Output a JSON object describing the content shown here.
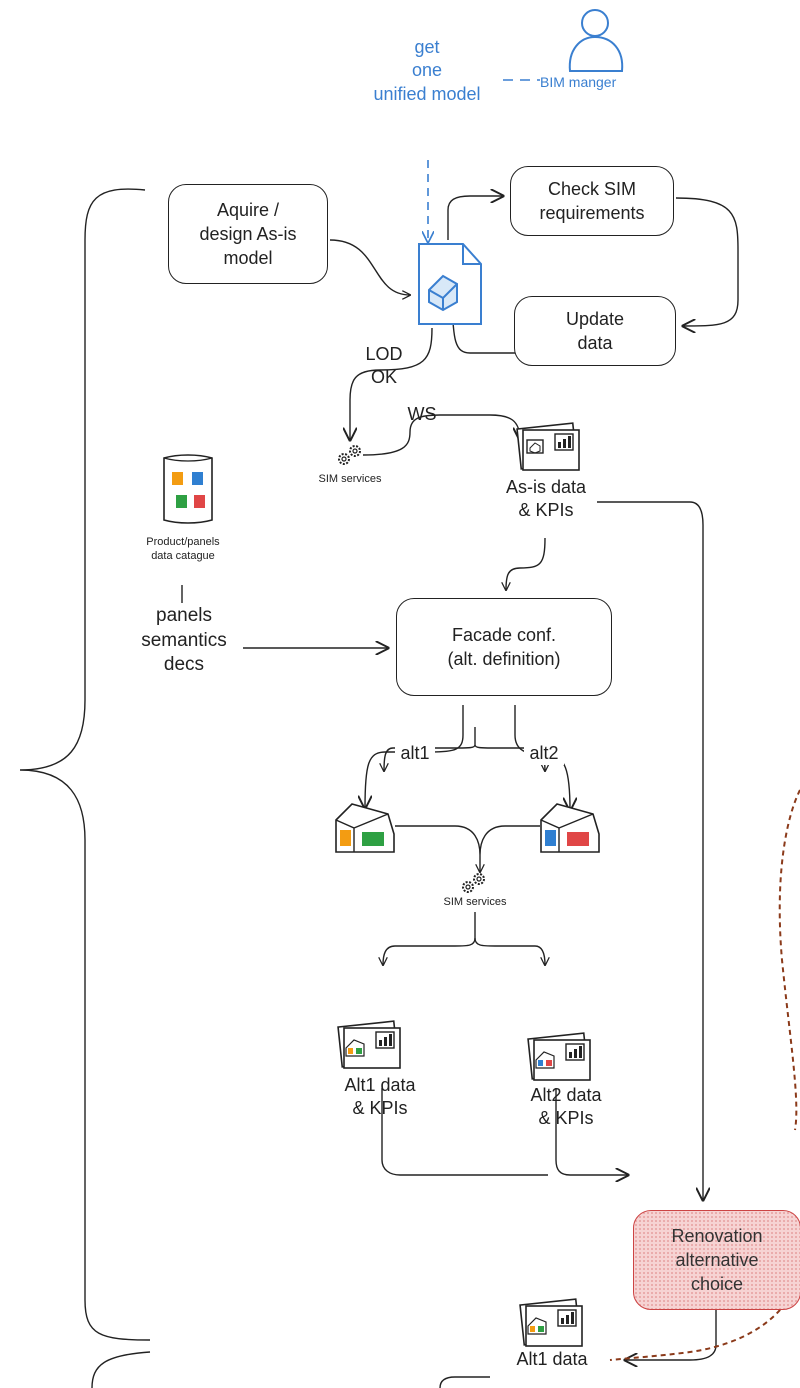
{
  "top": {
    "get_label": "get\none\nunified model",
    "bim_manager": "BIM manger"
  },
  "boxes": {
    "acquire": "Aquire /\ndesign As-is\nmodel",
    "check_sim": "Check SIM\nrequirements",
    "update_data": "Update\ndata",
    "facade_conf": "Facade conf.\n(alt. definition)",
    "renovation": "Renovation\nalternative\nchoice"
  },
  "labels": {
    "lod_ok": "LOD\nOK",
    "ws": "WS",
    "sim_services_1": "SIM services",
    "sim_services_2": "SIM services",
    "asis_data": "As-is data\n& KPIs",
    "catalogue": "Product/panels\ndata catague",
    "panels_semantics": "panels\nsemantics\ndecs",
    "alt1": "alt1",
    "alt2": "alt2",
    "alt1_data": "Alt1 data\n& KPIs",
    "alt2_data": "Alt2 data\n& KPIs",
    "alt1_data_bottom": "Alt1 data"
  },
  "colors": {
    "stroke": "#222222",
    "accent_blue": "#3a7fd0",
    "choice_fill": "#f6d3d3",
    "choice_border": "#cc4444",
    "dashed_brown": "#8b3a1a",
    "panel_orange": "#f39c12",
    "panel_green": "#2ea043",
    "panel_blue": "#2f7fd1",
    "panel_red": "#e04646"
  }
}
